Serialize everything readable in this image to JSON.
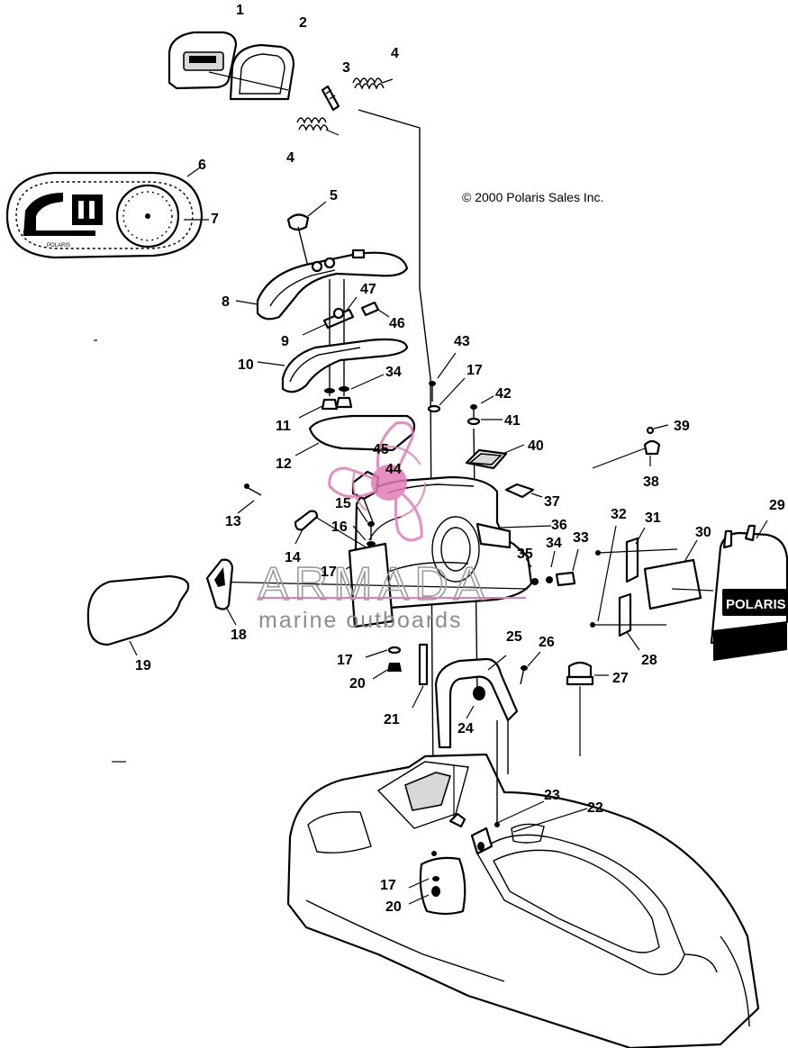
{
  "copyright": "© 2000 Polaris Sales Inc.",
  "watermark": {
    "brand": "ARMADA",
    "tagline": "marine outboards",
    "colors": {
      "pink": "#e27bb4",
      "gray": "#8c8c8c"
    }
  },
  "gauge": {
    "brand": "POLARIS"
  },
  "panel_logo": {
    "brand": "POLARIS"
  },
  "callouts": [
    "1",
    "2",
    "3",
    "4",
    "4",
    "5",
    "6",
    "7",
    "8",
    "9",
    "47",
    "46",
    "10",
    "34",
    "11",
    "12",
    "43",
    "17",
    "42",
    "41",
    "40",
    "39",
    "38",
    "45",
    "44",
    "13",
    "15",
    "16",
    "14",
    "17",
    "37",
    "36",
    "35",
    "34",
    "33",
    "32",
    "31",
    "30",
    "29",
    "18",
    "19",
    "17",
    "20",
    "21",
    "25",
    "26",
    "24",
    "27",
    "28",
    "23",
    "22",
    "17",
    "20"
  ]
}
